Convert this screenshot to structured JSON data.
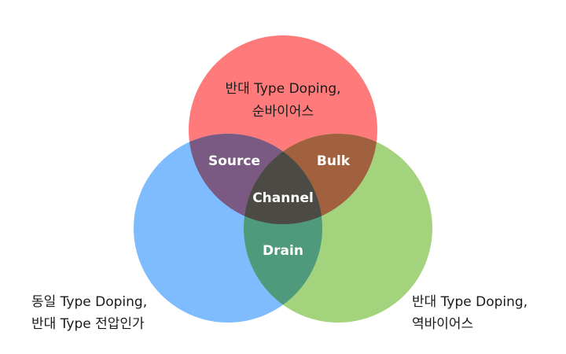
{
  "diagram": {
    "top_circle": {
      "line1": "반대 Type Doping,",
      "line2": "순바이어스",
      "color": "#ff7b7b"
    },
    "left_circle": {
      "line1": "동일 Type Doping,",
      "line2": "반대 Type 전압인가",
      "color": "#7ebcff"
    },
    "right_circle": {
      "line1": "반대 Type Doping,",
      "line2": "역바이어스",
      "color": "#a3d37c"
    },
    "overlaps": {
      "top_left": {
        "label": "Source",
        "color": "#7a5a82"
      },
      "top_right": {
        "label": "Bulk",
        "color": "#a1613e"
      },
      "left_right": {
        "label": "Drain",
        "color": "#4f9a7c"
      },
      "center": {
        "label": "Channel",
        "color": "#4c4a45"
      }
    }
  }
}
